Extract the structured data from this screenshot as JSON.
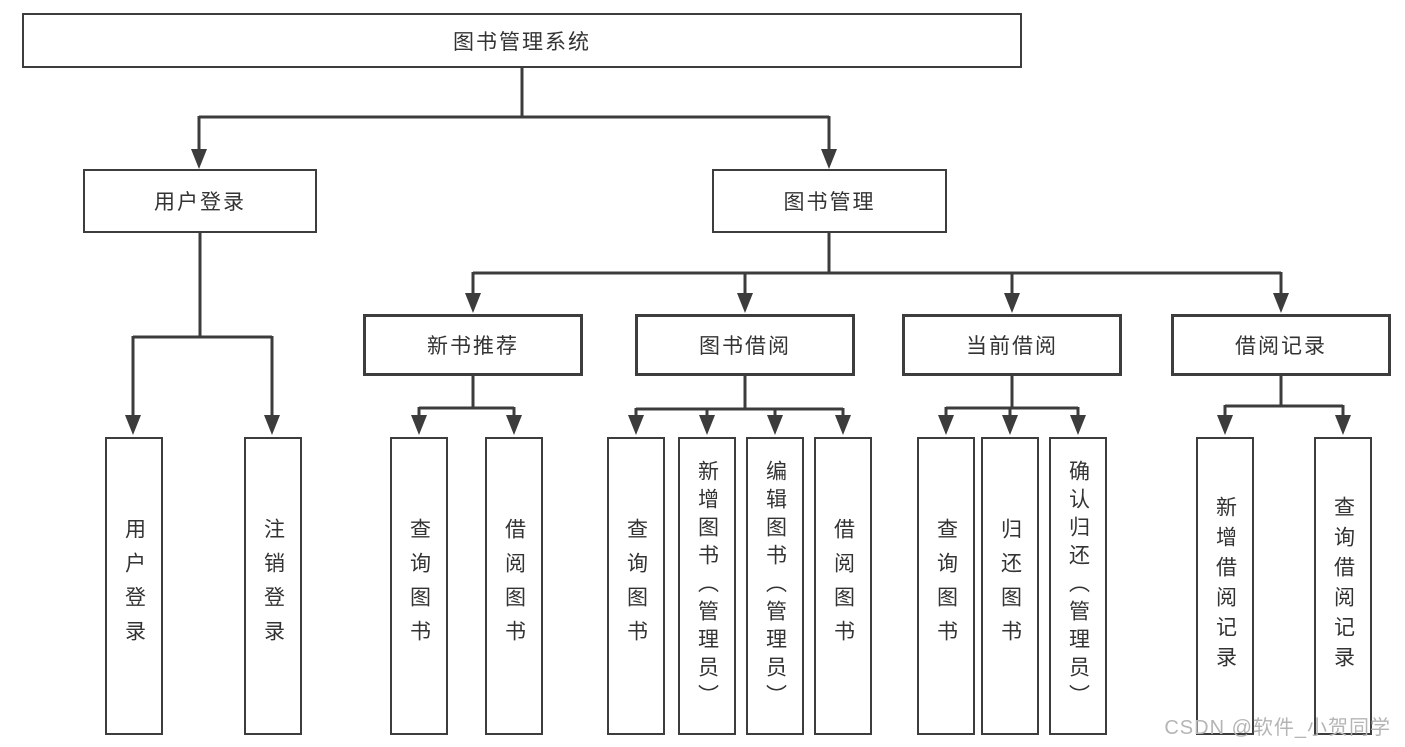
{
  "diagram": {
    "title_node": {
      "label": "图书管理系统"
    },
    "level2": {
      "user_login": {
        "label": "用户登录"
      },
      "book_mgmt": {
        "label": "图书管理"
      }
    },
    "level3": {
      "new_book_rec": {
        "label": "新书推荐"
      },
      "book_borrow": {
        "label": "图书借阅"
      },
      "current_borrow": {
        "label": "当前借阅"
      },
      "borrow_records": {
        "label": "借阅记录"
      }
    },
    "leaves": {
      "ul_user_login": {
        "label": "用户登录",
        "parent": "用户登录"
      },
      "ul_logout": {
        "label": "注销登录",
        "parent": "用户登录"
      },
      "nb_query_book": {
        "label": "查询图书",
        "parent": "新书推荐"
      },
      "nb_borrow_book": {
        "label": "借阅图书",
        "parent": "新书推荐"
      },
      "bb_query_book": {
        "label": "查询图书",
        "parent": "图书借阅"
      },
      "bb_add_book": {
        "label": "新增图书（管理员）",
        "parent": "图书借阅"
      },
      "bb_edit_book": {
        "label": "编辑图书（管理员）",
        "parent": "图书借阅"
      },
      "bb_borrow_book": {
        "label": "借阅图书",
        "parent": "图书借阅"
      },
      "cb_query_book": {
        "label": "查询图书",
        "parent": "当前借阅"
      },
      "cb_return_book": {
        "label": "归还图书",
        "parent": "当前借阅"
      },
      "cb_confirm_return": {
        "label": "确认归还（管理员）",
        "parent": "当前借阅"
      },
      "br_add_record": {
        "label": "新增借阅记录",
        "parent": "借阅记录"
      },
      "br_query_record": {
        "label": "查询借阅记录",
        "parent": "借阅记录"
      }
    }
  },
  "watermark": {
    "text": "CSDN @软件_小贺同学"
  },
  "colors": {
    "line": "#3c3c3c",
    "box_border": "#3d3d3d",
    "text": "#333333",
    "watermark": "#b5b5b5",
    "background": "#ffffff"
  }
}
